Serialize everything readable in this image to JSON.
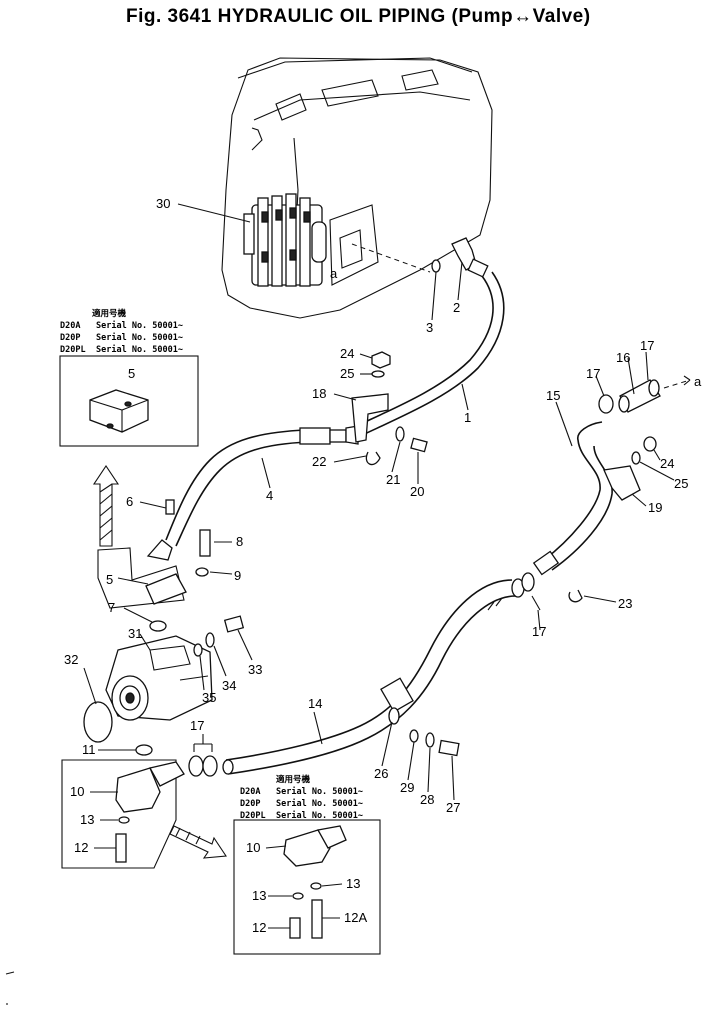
{
  "title": "Fig. 3641 HYDRAULIC OIL PIPING (Pump↔Valve)",
  "ref_letter": "a",
  "serial_box_top": {
    "header": "適用号機",
    "rows": [
      {
        "model": "D20A",
        "serial": "Serial No. 50001~"
      },
      {
        "model": "D20P",
        "serial": "Serial No. 50001~"
      },
      {
        "model": "D20PL",
        "serial": "Serial No. 50001~"
      }
    ]
  },
  "serial_box_bottom": {
    "header": "適用号機",
    "rows": [
      {
        "model": "D20A",
        "serial": "Serial No. 50001~"
      },
      {
        "model": "D20P",
        "serial": "Serial No. 50001~"
      },
      {
        "model": "D20PL",
        "serial": "Serial No. 50001~"
      }
    ]
  },
  "callouts": [
    "30",
    "3",
    "2",
    "24",
    "25",
    "18",
    "1",
    "22",
    "21",
    "20",
    "4",
    "6",
    "8",
    "9",
    "5",
    "5",
    "7",
    "31",
    "32",
    "35",
    "34",
    "33",
    "11",
    "17",
    "10",
    "13",
    "12",
    "14",
    "26",
    "29",
    "28",
    "27",
    "10",
    "13",
    "13",
    "12",
    "12A",
    "15",
    "16",
    "17",
    "17",
    "24",
    "25",
    "19",
    "23",
    "17"
  ],
  "colors": {
    "ink": "#111111",
    "paper": "#ffffff"
  }
}
